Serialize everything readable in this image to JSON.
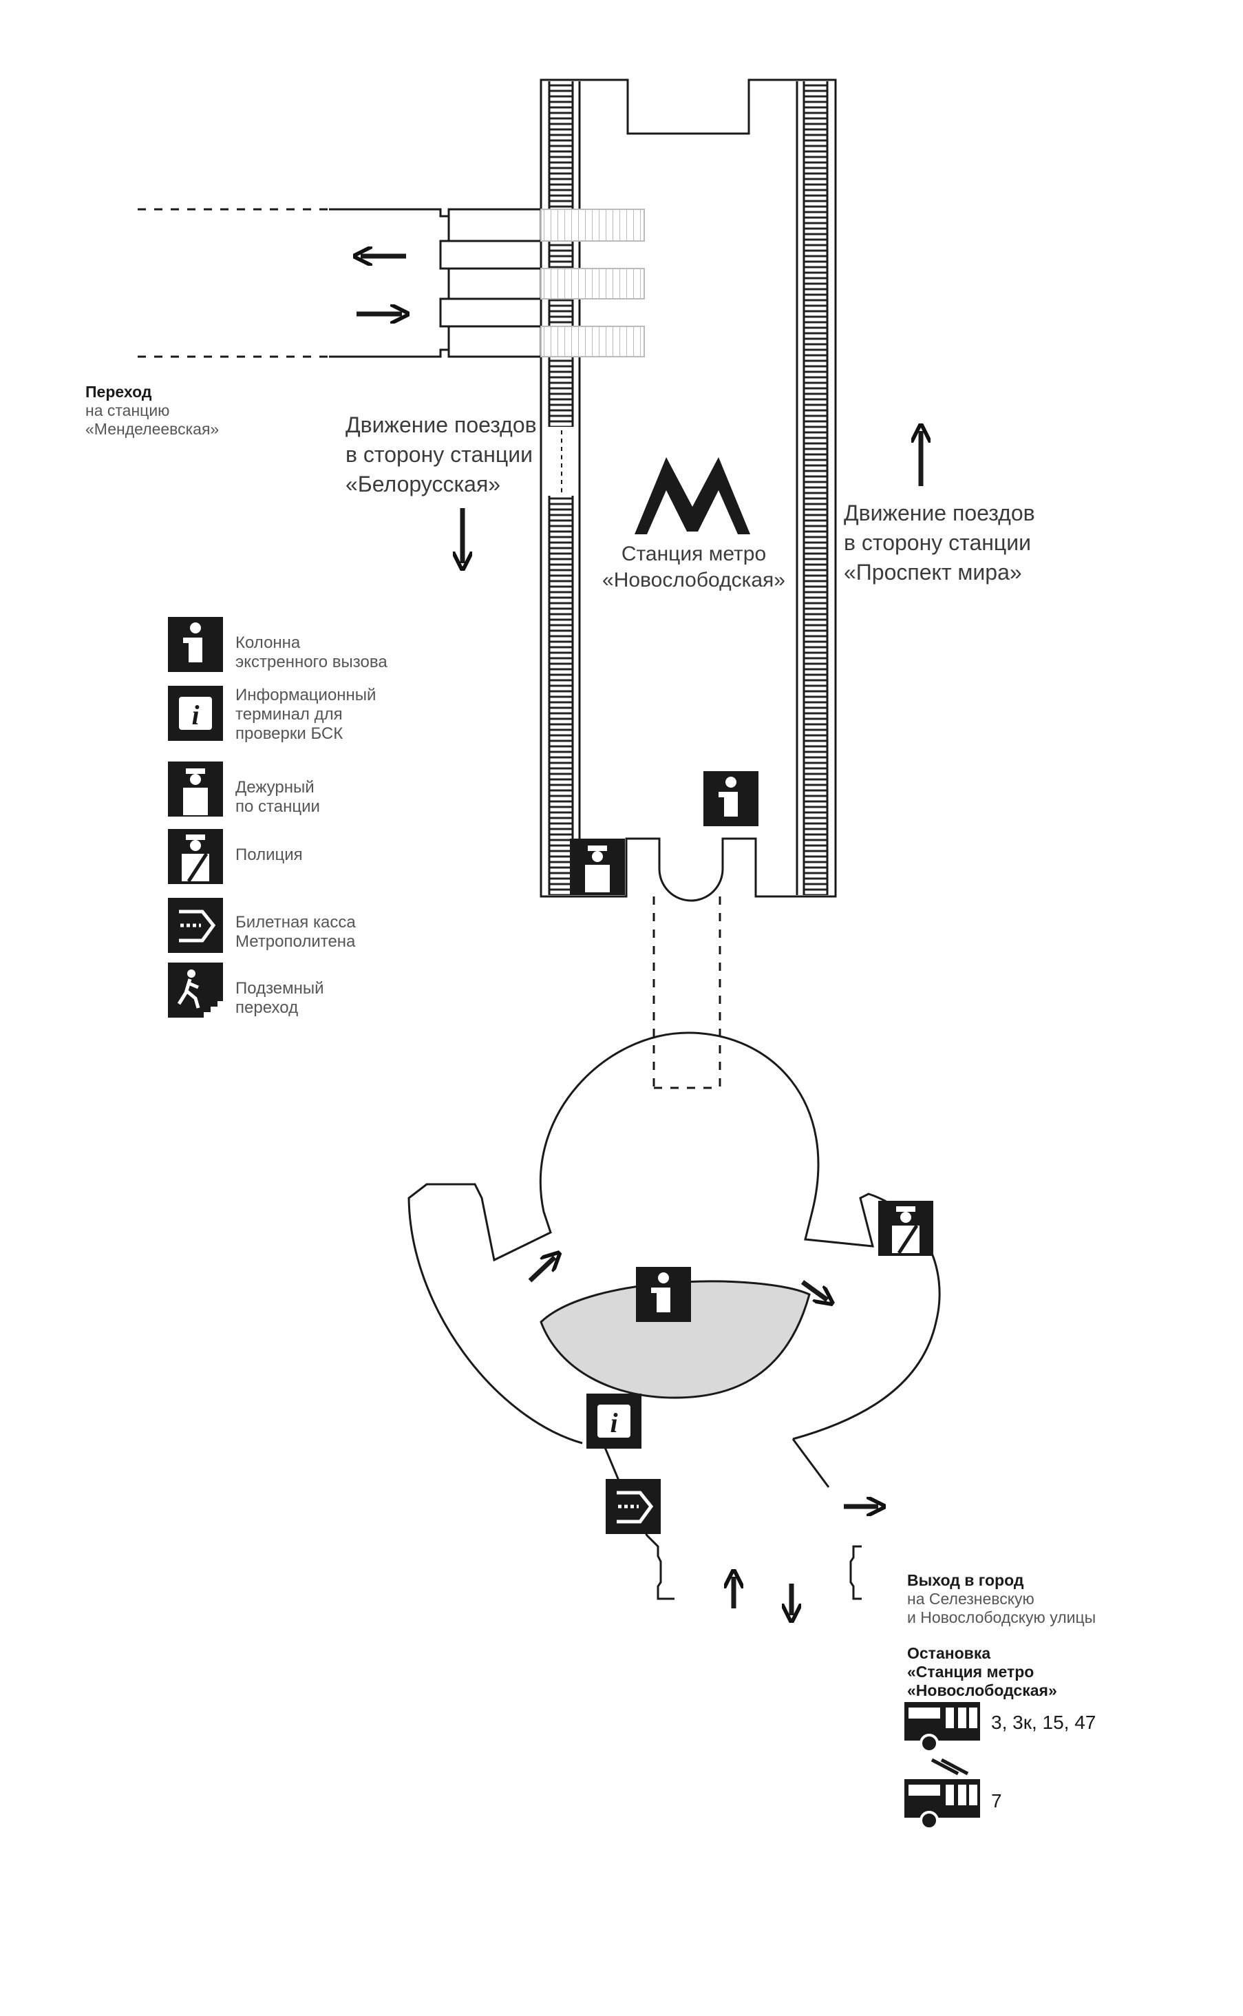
{
  "transfer": {
    "title": "Переход",
    "line2": "на станцию",
    "line3": "«Менделеевская»"
  },
  "direction_west": {
    "line1": "Движение поездов",
    "line2": "в сторону станции",
    "line3": "«Белорусская»"
  },
  "direction_east": {
    "line1": "Движение поездов",
    "line2": "в сторону станции",
    "line3": "«Проспект мира»"
  },
  "station": {
    "line1": "Станция метро",
    "line2": "«Новослободская»",
    "logo_icon": "metro-m-logo-icon"
  },
  "legend": [
    {
      "icon": "emergency-call-icon",
      "line1": "Колонна",
      "line2": "экстренного вызова",
      "line3": ""
    },
    {
      "icon": "info-terminal-icon",
      "line1": "Информационный",
      "line2": "терминал для",
      "line3": "проверки БСК"
    },
    {
      "icon": "station-attendant-icon",
      "line1": "Дежурный",
      "line2": "по станции",
      "line3": ""
    },
    {
      "icon": "police-icon",
      "line1": "Полиция",
      "line2": "",
      "line3": ""
    },
    {
      "icon": "ticket-office-icon",
      "line1": "Билетная касса",
      "line2": "Метрополитена",
      "line3": ""
    },
    {
      "icon": "underpass-icon",
      "line1": "Подземный",
      "line2": "переход",
      "line3": ""
    }
  ],
  "exit": {
    "title": "Выход в город",
    "line2": "на Селезневскую",
    "line3": "и Новослободскую улицы"
  },
  "stop": {
    "line1": "Остановка",
    "line2": "«Станция метро",
    "line3": "«Новослободская»"
  },
  "transport": [
    {
      "icon": "bus-icon",
      "routes": "3, 3к, 15, 47"
    },
    {
      "icon": "trolleybus-icon",
      "routes": "7"
    }
  ],
  "colors": {
    "ink": "#1a1a1a",
    "text_gray": "#555555",
    "hall_fill": "#d9d9d9"
  }
}
